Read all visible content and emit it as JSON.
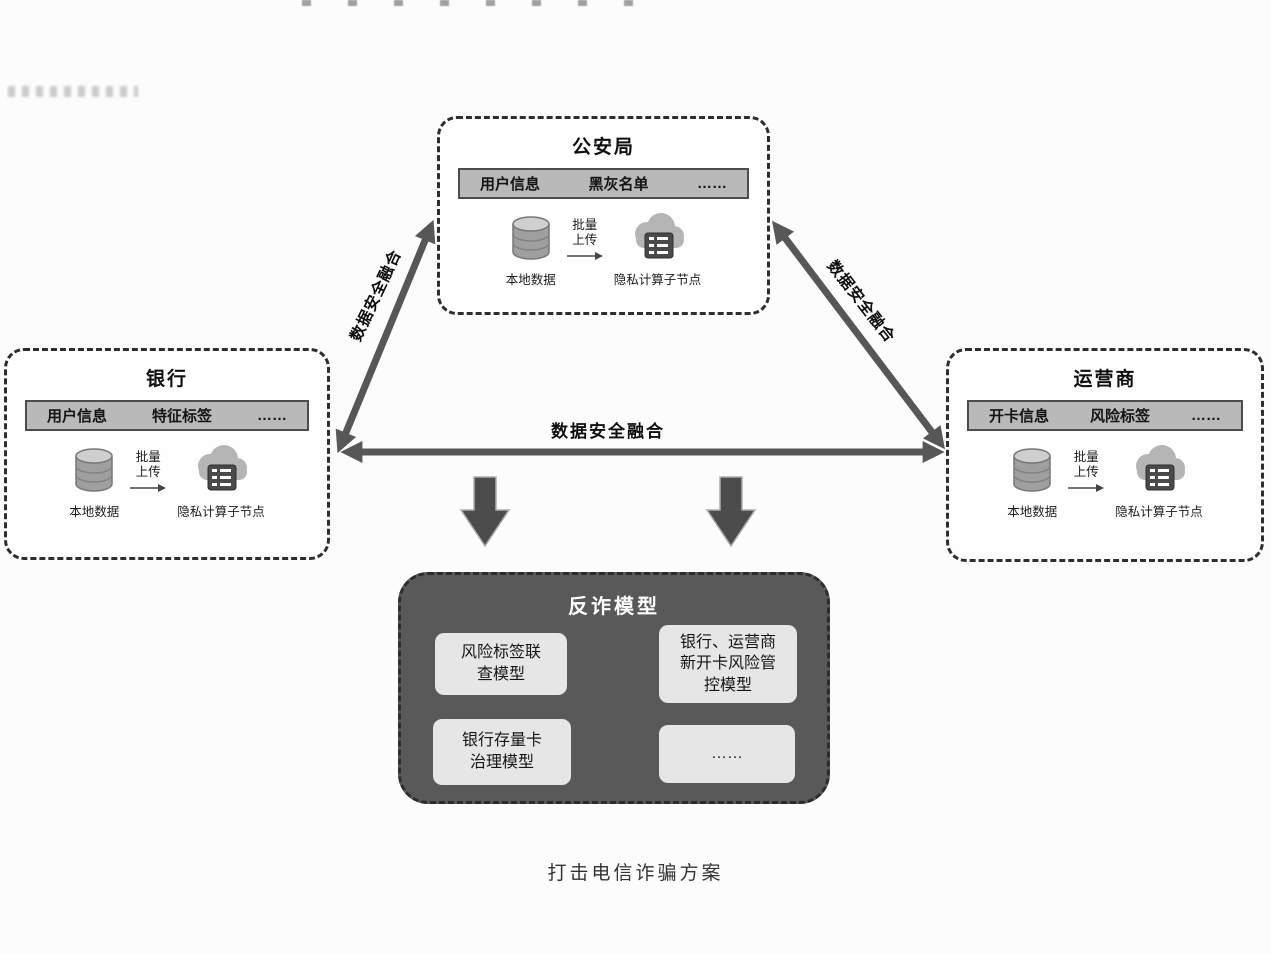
{
  "caption": "打击电信诈骗方案",
  "edges": {
    "bank_police_label": "数据安全融合",
    "police_operator_label": "数据安全融合",
    "bank_operator_label": "数据安全融合"
  },
  "nodes": {
    "police": {
      "title": "公安局",
      "bar_items": [
        "用户信息",
        "黑灰名单",
        "……"
      ],
      "local_data_label": "本地数据",
      "upload_label": "批量\n上传",
      "subnode_label": "隐私计算子节点"
    },
    "bank": {
      "title": "银行",
      "bar_items": [
        "用户信息",
        "特征标签",
        "……"
      ],
      "local_data_label": "本地数据",
      "upload_label": "批量\n上传",
      "subnode_label": "隐私计算子节点"
    },
    "operator": {
      "title": "运营商",
      "bar_items": [
        "开卡信息",
        "风险标签",
        "……"
      ],
      "local_data_label": "本地数据",
      "upload_label": "批量\n上传",
      "subnode_label": "隐私计算子节点"
    }
  },
  "model": {
    "title": "反诈模型",
    "items": [
      "风险标签联\n查模型",
      "银行、运营商\n新开卡风险管\n控模型",
      "银行存量卡\n治理模型",
      "……"
    ]
  },
  "colors": {
    "arrow": "#575757",
    "bar_fill": "#b9b9b9",
    "node_border": "#2e2e2e",
    "model_bg": "#595959",
    "model_item_bg": "#e6e6e6"
  }
}
